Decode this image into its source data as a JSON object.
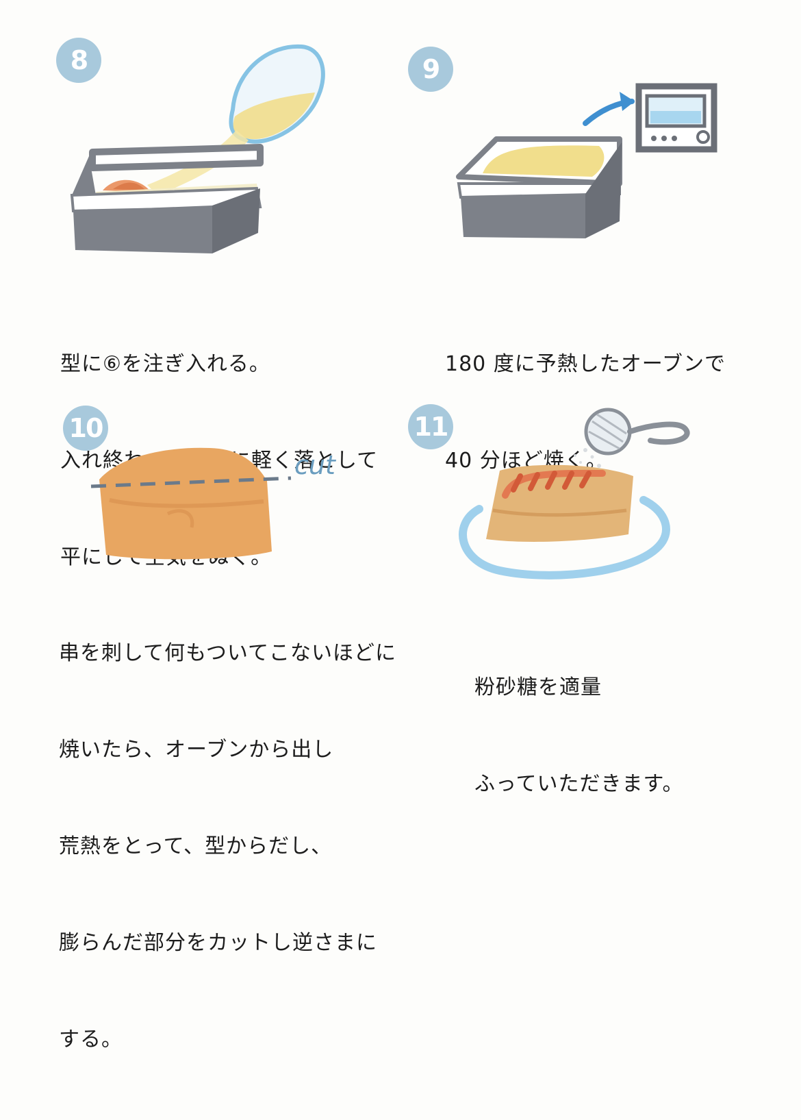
{
  "steps": [
    {
      "number": "8",
      "lines": [
        "型に⑥を注ぎ入れる。",
        "入れ終わったら机に軽く落として",
        "平にして空気をぬく。"
      ]
    },
    {
      "number": "9",
      "lines": [
        "180 度に予熱したオーブンで",
        "40 分ほど焼く。"
      ]
    },
    {
      "number": "10",
      "cut_label": "cut",
      "lines": [
        "串を刺して何もついてこないほどに",
        "焼いたら、オーブンから出し",
        "荒熱をとって、型からだし、",
        "膨らんだ部分をカットし逆さまに",
        "する。"
      ]
    },
    {
      "number": "11",
      "lines": [
        "粉砂糖を適量",
        "ふっていただきます。"
      ]
    }
  ],
  "colors": {
    "badge": "#a8c9dc",
    "pan": "#7d8189",
    "batter": "#f1de8c",
    "cake": "#e8a661",
    "bowl": "#86c3e4",
    "arrow": "#3f8fd0",
    "plate": "#9fd0ec"
  },
  "icons": [
    "baking-pan-icon",
    "mixing-bowl-icon",
    "oven-icon",
    "arrow-icon",
    "cake-icon",
    "sieve-icon",
    "plate-icon"
  ]
}
